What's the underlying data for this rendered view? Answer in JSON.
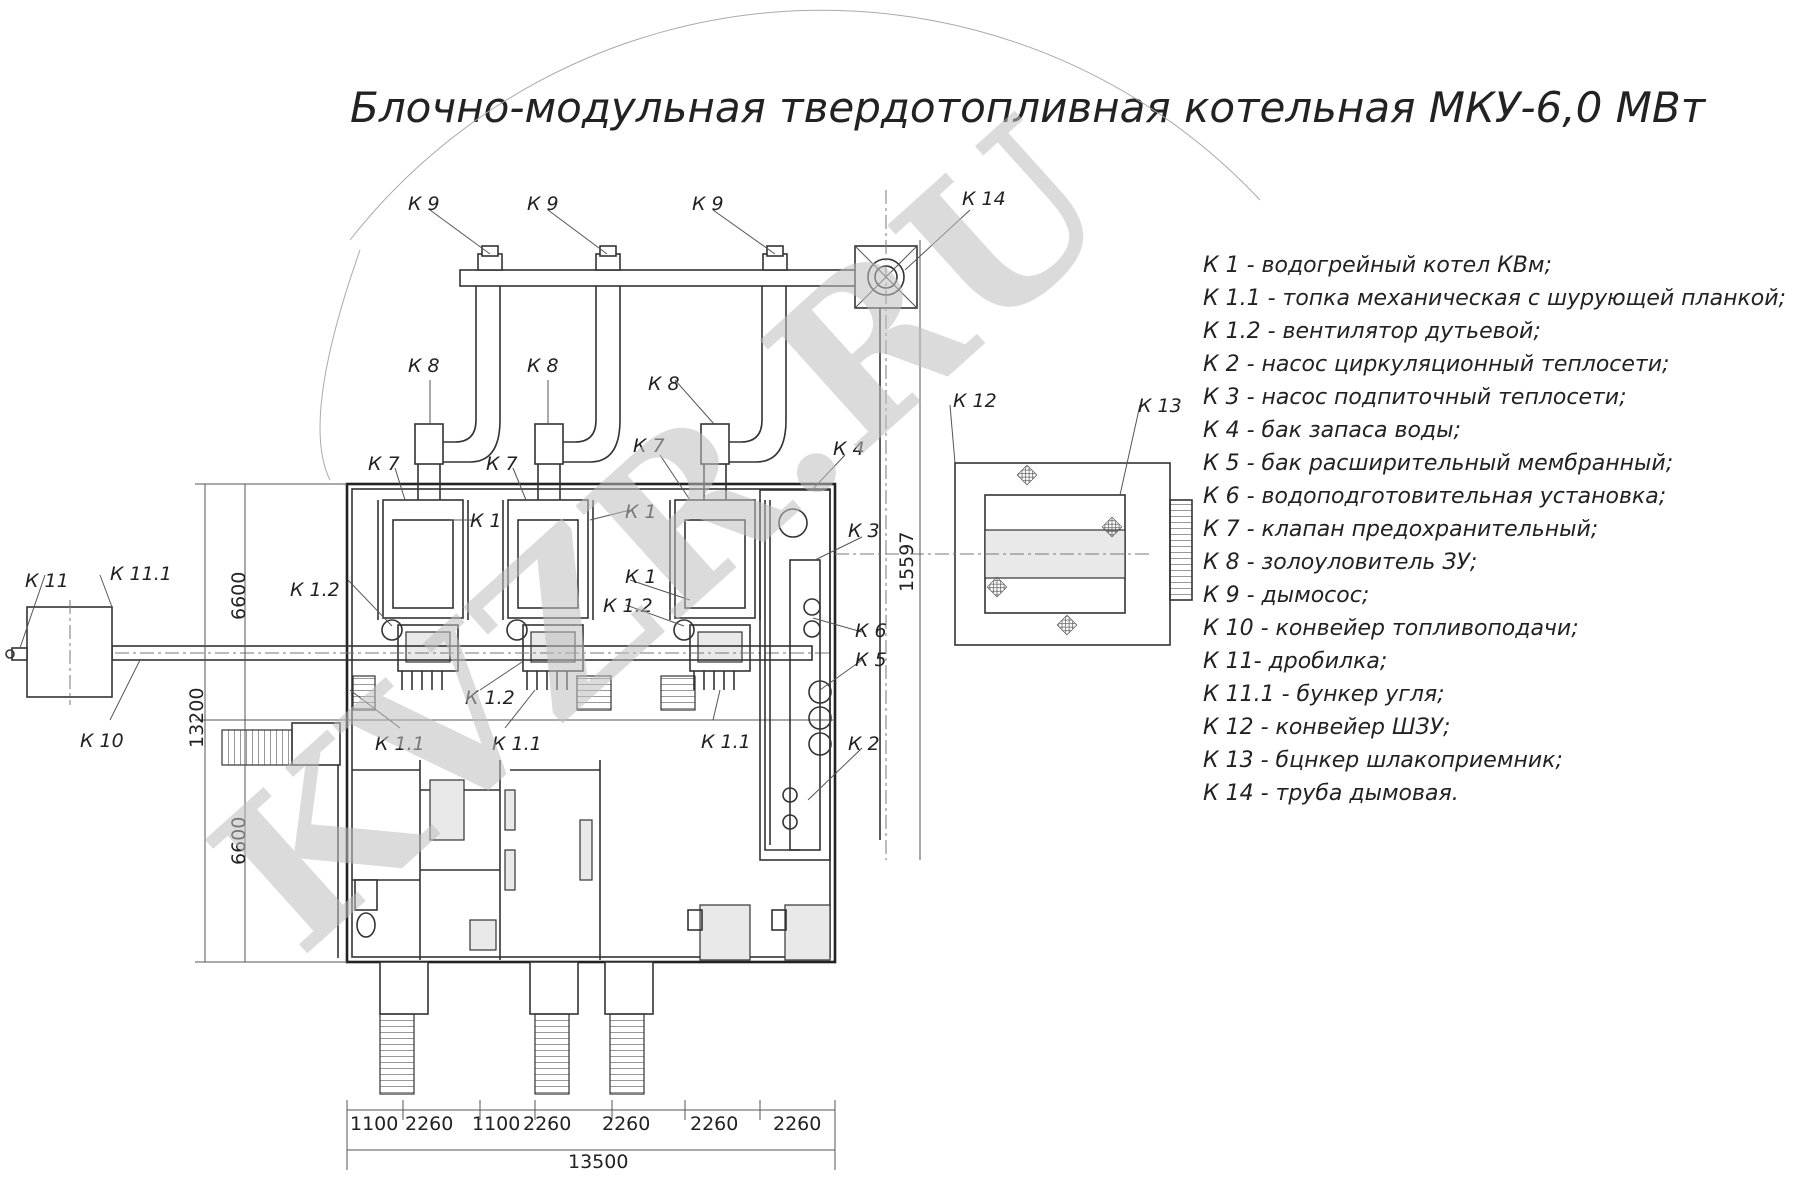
{
  "title": "Блочно-модульная твердотопливная котельная МКУ-6,0 МВт",
  "labels": {
    "k1": "К 1",
    "k11": "К 11",
    "k111": "К 11.1",
    "k12": "К 1.2",
    "k11b": "К 1.1",
    "k2": "К 2",
    "k3": "К 3",
    "k4": "К 4",
    "k5": "К 5",
    "k6": "К 6",
    "k7": "К 7",
    "k8": "К 8",
    "k9": "К 9",
    "k10": "К 10",
    "k12b": "К 12",
    "k13": "К 13",
    "k14": "К 14"
  },
  "dimensions": {
    "top": "6600",
    "bottom": "6600",
    "height_total": "13200",
    "stack": "15597",
    "widths": [
      "1100",
      "2260",
      "1100",
      "2260",
      "2260",
      "2260",
      "2260"
    ],
    "total_width": "13500"
  },
  "legend": [
    "К 1 - водогрейный котел КВм;",
    "К 1.1 - топка механическая с шурующей планкой;",
    "К 1.2 - вентилятор дутьевой;",
    "К 2 - насос циркуляционный теплосети;",
    "К 3 - насос подпиточный теплосети;",
    "К 4 - бак запаса воды;",
    "К 5 - бак расширительный мембранный;",
    "К 6 - водоподготовительная установка;",
    "К 7 - клапан предохранительный;",
    "К 8 - золоуловитель ЗУ;",
    "К 9 - дымосос;",
    "К 10 - конвейер топливоподачи;",
    "К 11- дробилка;",
    "К 11.1 - бункер угля;",
    "К 12 - конвейер ШЗУ;",
    "К 13 - бцнкер шлакоприемник;",
    "К 14 - труба дымовая."
  ],
  "watermark": "KVZR.RU"
}
